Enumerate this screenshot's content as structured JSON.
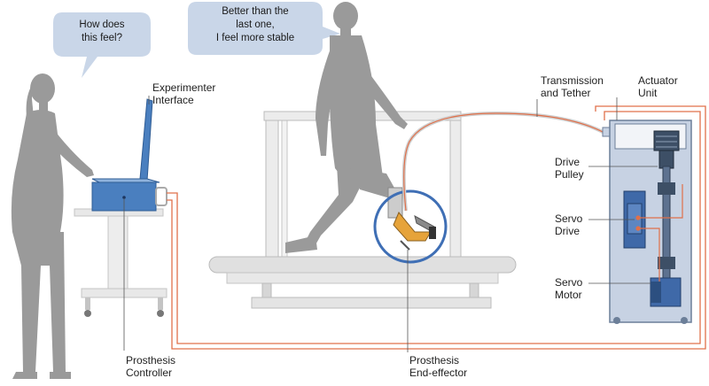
{
  "speech": {
    "experimenter": [
      "How does",
      "this feel?"
    ],
    "subject": [
      "Better than the",
      "last one,",
      "I feel more stable"
    ]
  },
  "labels": {
    "experimenter_interface": [
      "Experimenter",
      "Interface"
    ],
    "transmission_tether": [
      "Transmission",
      "and Tether"
    ],
    "actuator_unit": [
      "Actuator",
      "Unit"
    ],
    "drive_pulley": [
      "Drive",
      "Pulley"
    ],
    "servo_drive": [
      "Servo",
      "Drive"
    ],
    "servo_motor": [
      "Servo",
      "Motor"
    ],
    "prosthesis_controller": [
      "Prosthesis",
      "Controller"
    ],
    "prosthesis_end_effector": [
      "Prosthesis",
      "End-effector"
    ]
  },
  "colors": {
    "silhouette": "#9a9a9a",
    "bubble": "#c9d6e8",
    "controller_blue": "#4a7fbf",
    "circle_blue": "#3f6fb5",
    "cable_orange": "#e0704a",
    "unit_fill": "#c7d2e3",
    "unit_stroke": "#6c7f99",
    "treadmill": "#e0e0e0",
    "prosthesis_orange": "#e6a33a"
  }
}
